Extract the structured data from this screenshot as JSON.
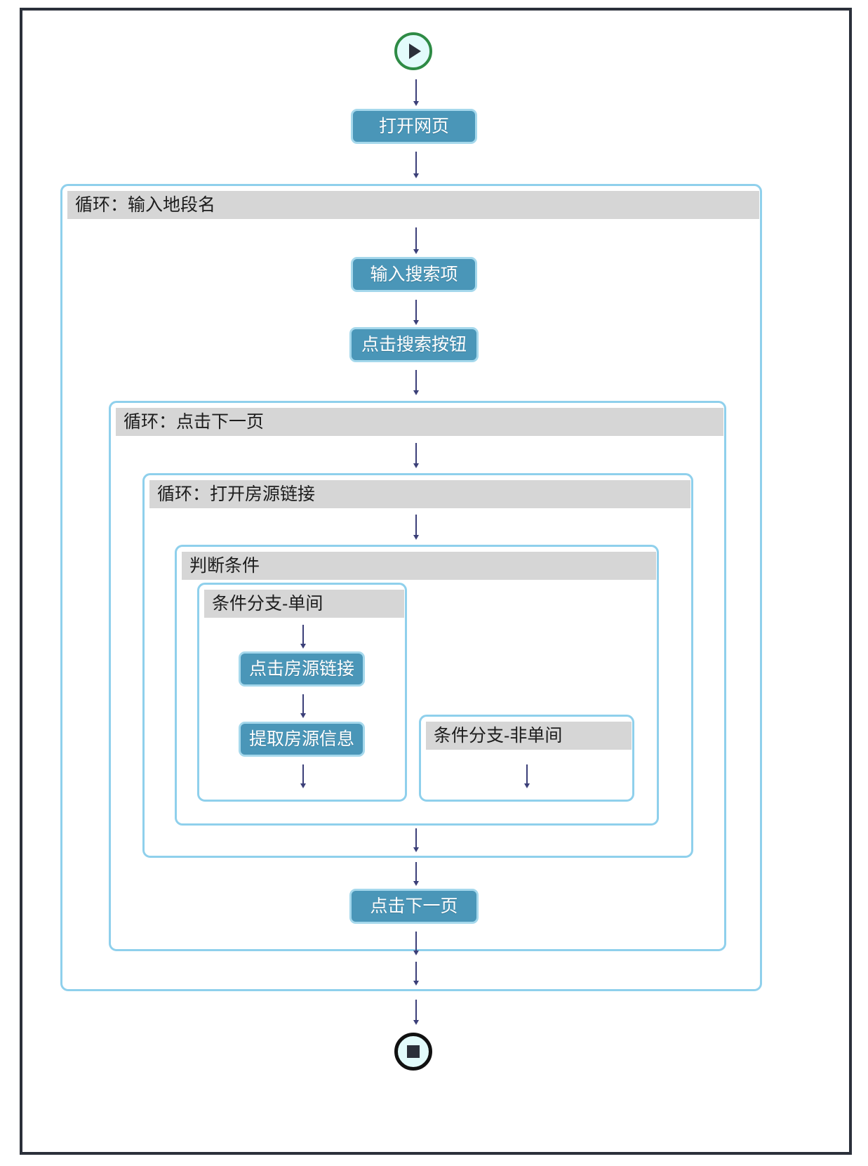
{
  "diagram": {
    "title": "RPA flowchart - rental listing scraper",
    "colors": {
      "frame_border": "#2b303a",
      "container_border": "#8fd0ec",
      "container_header_bg": "#d6d6d6",
      "action_fill": "#4a96b8",
      "action_border": "#a5d8ec",
      "action_text": "#ffffff",
      "arrow": "#3b3f78",
      "start_ring": "#2e8b45",
      "end_ring": "#111111",
      "terminator_fill": "#e2fbfb"
    },
    "start_node": {
      "icon": "play-icon",
      "label": ""
    },
    "end_node": {
      "icon": "stop-icon",
      "label": ""
    },
    "steps": {
      "open_page": "打开网页",
      "input_search_term": "输入搜索项",
      "click_search_button": "点击搜索按钮",
      "click_listing_link": "点击房源链接",
      "extract_listing_info": "提取房源信息",
      "click_next_page": "点击下一页"
    },
    "containers": {
      "loop_district_name": "循环：输入地段名",
      "loop_next_page": "循环：点击下一页",
      "loop_open_listing": "循环：打开房源链接",
      "condition": "判断条件",
      "branch_single_room": "条件分支-单间",
      "branch_non_single_room": "条件分支-非单间"
    }
  }
}
